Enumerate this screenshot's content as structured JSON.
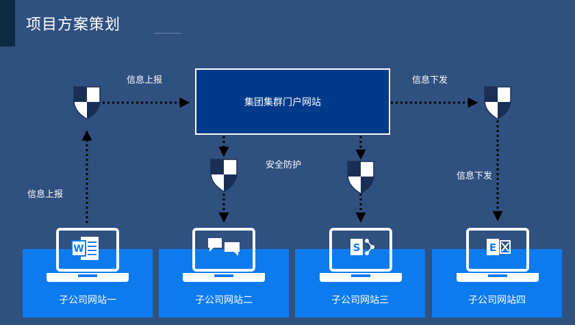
{
  "title": "项目方案策划",
  "portal": {
    "label": "集团集群门户网站"
  },
  "annotations": {
    "report_top": "信息上报",
    "report_left": "信息上报",
    "distribute_top": "信息下发",
    "distribute_right": "信息下发",
    "security": "安全防护"
  },
  "subsites": [
    {
      "label": "子公司网站一",
      "icon": "word-icon"
    },
    {
      "label": "子公司网站二",
      "icon": "chat-bubbles-icon"
    },
    {
      "label": "子公司网站三",
      "icon": "sharepoint-icon"
    },
    {
      "label": "子公司网站四",
      "icon": "exchange-icon"
    }
  ],
  "colors": {
    "background": "#30507f",
    "portal_box": "#003a8a",
    "panel": "#0d7bee",
    "shield": "#ffffff",
    "arrow": "#000000"
  }
}
